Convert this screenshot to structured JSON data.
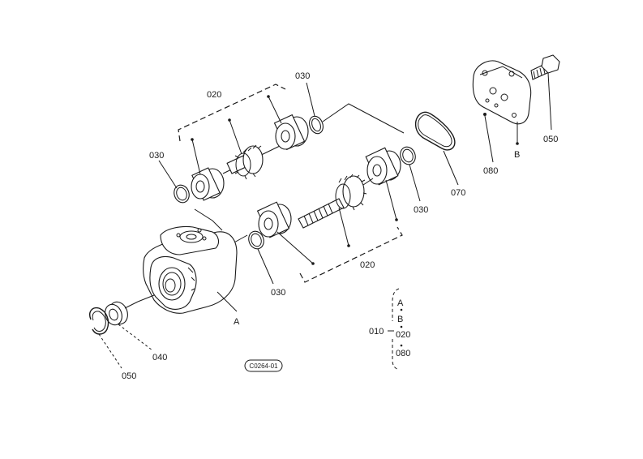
{
  "labels": {
    "l020_top": "020",
    "l030_top": "030",
    "l030_left": "030",
    "l020_mid": "020",
    "l030_mid": "030",
    "l030_bottom": "030",
    "l070": "070",
    "l050_bolt": "050",
    "l080_plate": "080",
    "lB_plate": "B",
    "lA_housing": "A",
    "l040": "040",
    "l050_ring": "050",
    "ref_code": "C0264-01"
  },
  "legend": {
    "assembly": "010",
    "items": [
      "A",
      "B",
      "020",
      "080"
    ]
  }
}
